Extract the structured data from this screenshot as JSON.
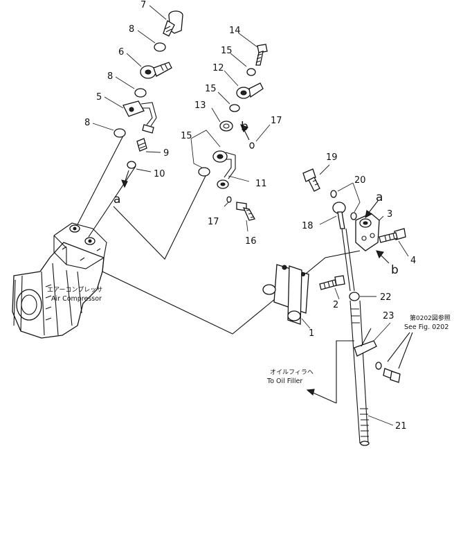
{
  "callouts": {
    "n1": "1",
    "n2": "2",
    "n3": "3",
    "n4": "4",
    "n5": "5",
    "n6": "6",
    "n7": "7",
    "n8a": "8",
    "n8b": "8",
    "n8c": "8",
    "n9": "9",
    "n10": "10",
    "n11": "11",
    "n12": "12",
    "n13": "13",
    "n14": "14",
    "n15a": "15",
    "n15b": "15",
    "n15c": "15",
    "n16": "16",
    "n17a": "17",
    "n17b": "17",
    "n18": "18",
    "n19": "19",
    "n20": "20",
    "n21": "21",
    "n22": "22",
    "n23": "23"
  },
  "letters": {
    "a_left": "a",
    "a_right": "a",
    "b_top": "b",
    "b_right": "b"
  },
  "labels": {
    "compressor_jp": "エアーコンプレッサ",
    "compressor_en": "Air Compressor",
    "oil_filler_jp": "オイルフィラヘ",
    "oil_filler_en": "To Oil Filler",
    "see_fig_jp": "第0202図参照",
    "see_fig_en": "See Fig. 0202"
  }
}
